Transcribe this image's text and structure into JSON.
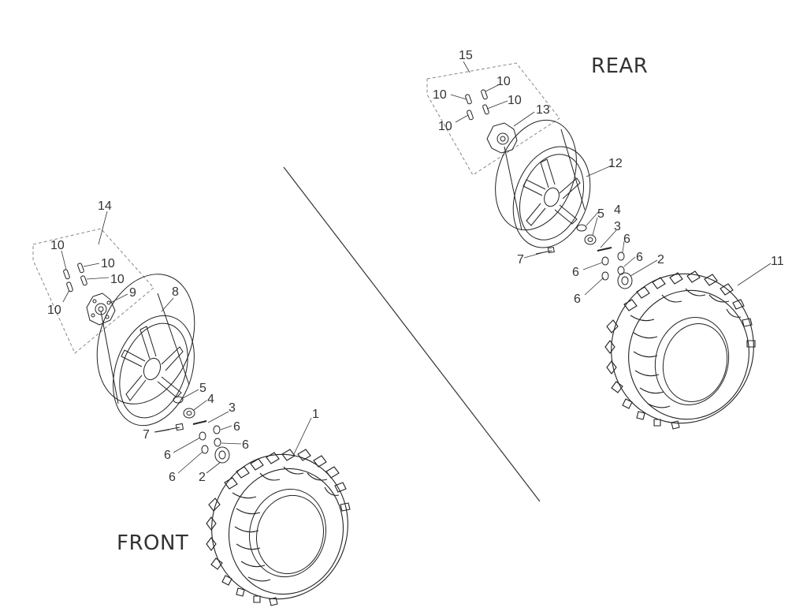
{
  "sections": {
    "front_label": "FRONT",
    "rear_label": "REAR"
  },
  "front": {
    "callouts": {
      "c1": "1",
      "c2": "2",
      "c3": "3",
      "c4": "4",
      "c5": "5",
      "c6a": "6",
      "c6b": "6",
      "c6c": "6",
      "c6d": "6",
      "c7": "7",
      "c8": "8",
      "c9": "9",
      "c10a": "10",
      "c10b": "10",
      "c10c": "10",
      "c10d": "10",
      "c14": "14"
    }
  },
  "rear": {
    "callouts": {
      "c2": "2",
      "c3": "3",
      "c4": "4",
      "c5": "5",
      "c6a": "6",
      "c6b": "6",
      "c6c": "6",
      "c6d": "6",
      "c7": "7",
      "c11": "11",
      "c12": "12",
      "c13": "13",
      "c10a": "10",
      "c10b": "10",
      "c10c": "10",
      "c10d": "10",
      "c15": "15"
    }
  }
}
